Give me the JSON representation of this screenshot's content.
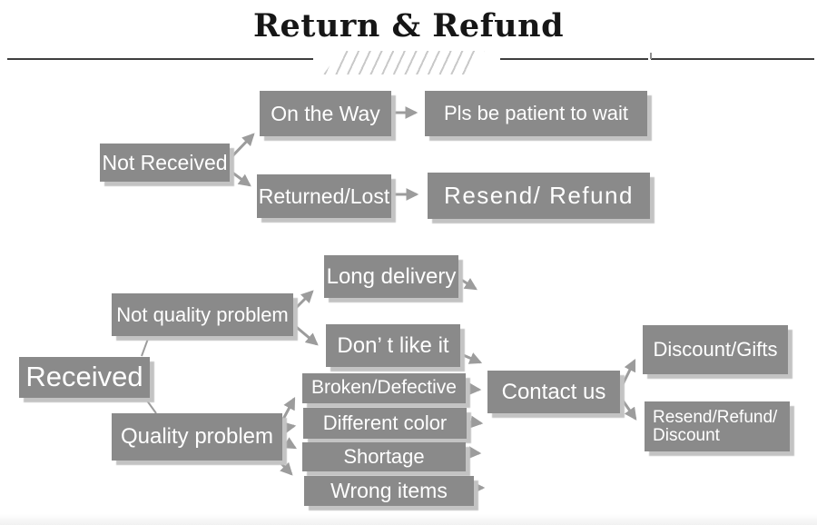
{
  "title": "Return & Refund",
  "top_flow": {
    "not_received": "Not Received",
    "on_the_way": "On the Way",
    "pls_be_patient": "Pls be patient to wait",
    "returned_lost": "Returned/Lost",
    "resend_refund": "Resend/ Refund"
  },
  "bottom_flow": {
    "received": "Received",
    "not_quality_problem": "Not quality problem",
    "quality_problem": "Quality problem",
    "long_delivery": "Long delivery",
    "dont_like_it": "Don’ t like it",
    "broken_defective": "Broken/Defective",
    "different_color": "Different color",
    "shortage": "Shortage",
    "wrong_items": "Wrong items",
    "contact_us": "Contact us",
    "discount_gifts": "Discount/Gifts",
    "resend_refund_discount": "Resend/Refund/\nDiscount"
  },
  "colors": {
    "box_fill": "#8a8a8a",
    "box_text": "#ffffff",
    "box_shadow": "#c3c3c3",
    "arrow": "#9c9c9c",
    "title_text": "#161616",
    "divider": "#3e3e3e",
    "hatch": "#c9c9c9",
    "background": "#ffffff"
  }
}
